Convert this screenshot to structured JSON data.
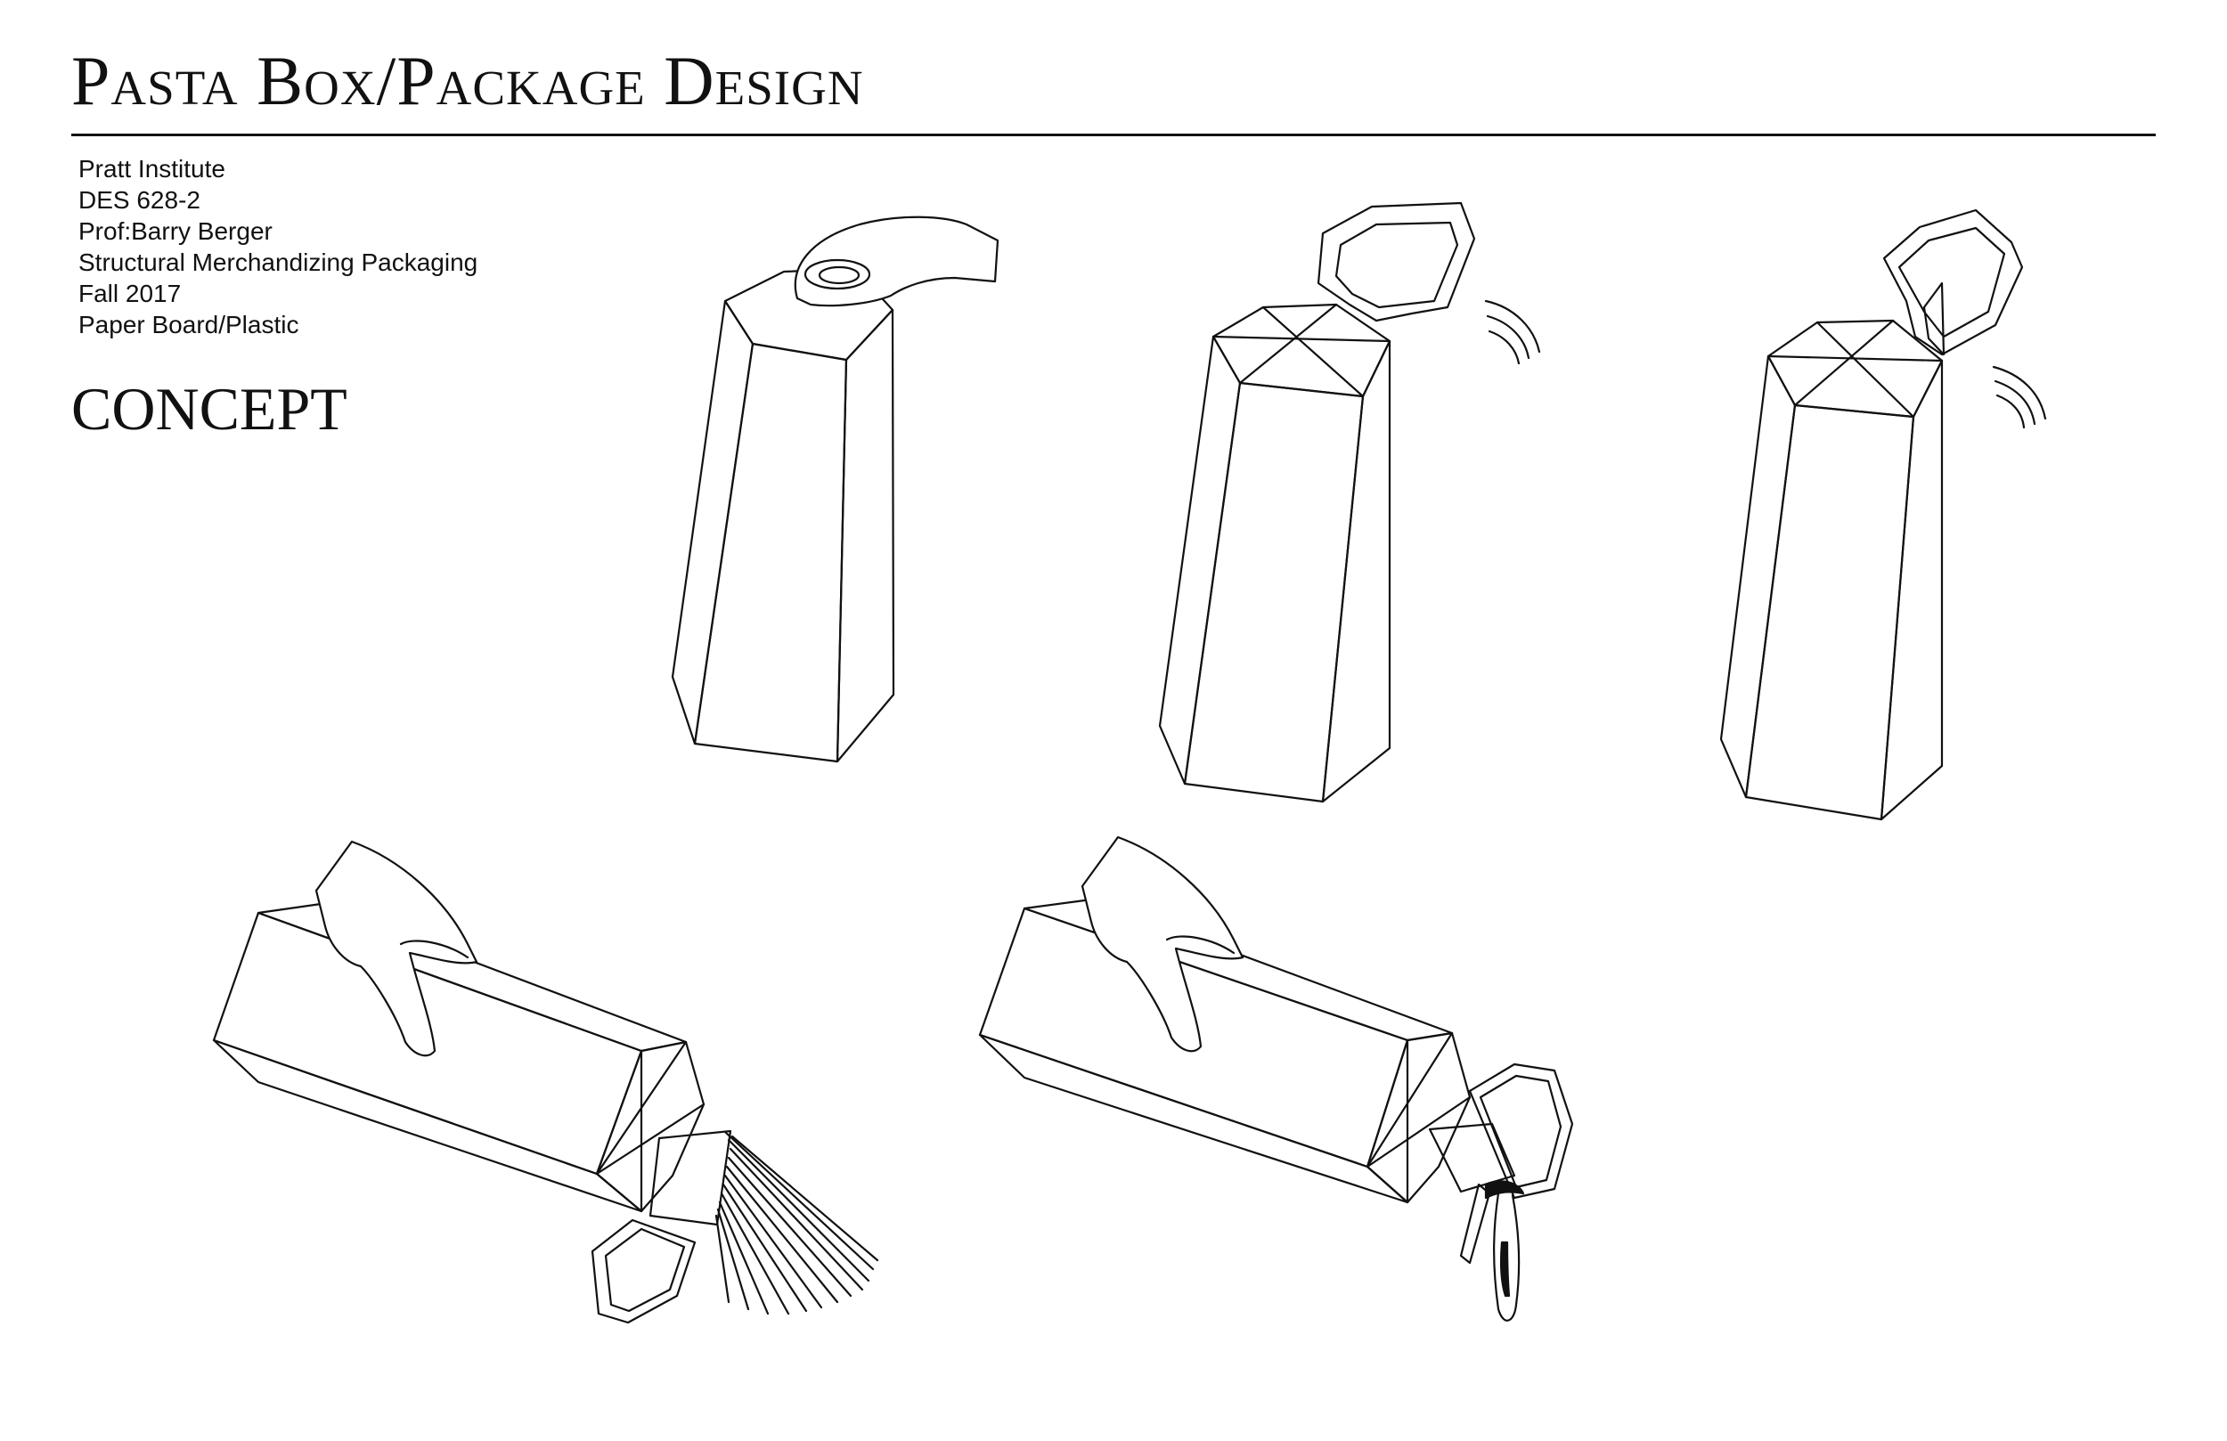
{
  "document": {
    "title": "Pasta Box/Package Design",
    "meta_lines": [
      "Pratt Institute",
      "DES 628-2",
      "Prof:Barry Berger",
      "Structural Merchandizing Packaging",
      "Fall 2017",
      "Paper Board/Plastic"
    ],
    "section_heading": "CONCEPT"
  },
  "colors": {
    "ink": "#111111",
    "background": "#ffffff"
  }
}
